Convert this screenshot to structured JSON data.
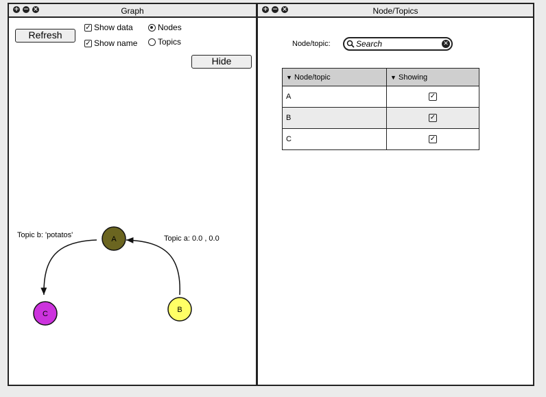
{
  "graph_panel": {
    "title": "Graph",
    "refresh_label": "Refresh",
    "hide_label": "Hide",
    "show_data": {
      "label": "Show data",
      "checked": true
    },
    "show_name": {
      "label": "Show name",
      "checked": true
    },
    "mode_nodes": {
      "label": "Nodes",
      "selected": true
    },
    "mode_topics": {
      "label": "Topics",
      "selected": false
    },
    "nodes": [
      {
        "label": "A",
        "color": "#6b6520"
      },
      {
        "label": "B",
        "color": "#ffff66"
      },
      {
        "label": "C",
        "color": "#cc33dd"
      }
    ],
    "edges": [
      {
        "from": "A",
        "to": "C",
        "label": "Topic b: 'potatos'"
      },
      {
        "from": "B",
        "to": "A",
        "label": "Topic a: 0.0 , 0.0"
      }
    ]
  },
  "topics_panel": {
    "title": "Node/Topics",
    "search_label": "Node/topic:",
    "search_placeholder": "Search",
    "columns": [
      "Node/topic",
      "Showing"
    ],
    "rows": [
      {
        "name": "A",
        "showing": true
      },
      {
        "name": "B",
        "showing": true
      },
      {
        "name": "C",
        "showing": true
      }
    ]
  },
  "icons": {
    "check": "✓",
    "sort": "▼",
    "clear": "✕"
  }
}
